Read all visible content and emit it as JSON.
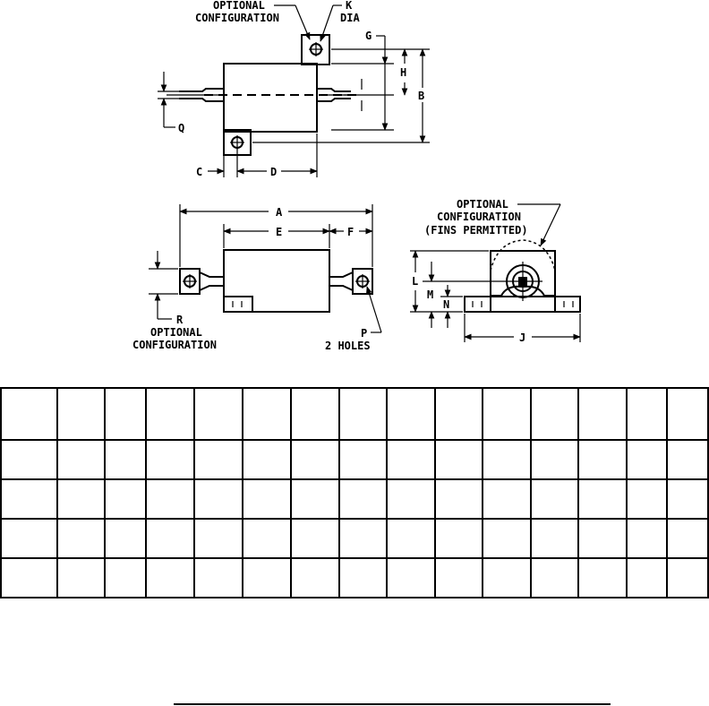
{
  "top_view": {
    "optional_label": [
      "OPTIONAL",
      "CONFIGURATION"
    ],
    "k_label": [
      "K",
      "DIA"
    ],
    "g": "G",
    "h": "H",
    "b": "B",
    "q": "Q",
    "c": "C",
    "d": "D"
  },
  "side_view": {
    "a": "A",
    "e": "E",
    "f": "F",
    "r_label": [
      "R",
      "OPTIONAL",
      "CONFIGURATION"
    ],
    "p_label": [
      "P",
      "2 HOLES"
    ]
  },
  "end_view": {
    "optional_label": [
      "OPTIONAL",
      "CONFIGURATION",
      "(FINS PERMITTED)"
    ],
    "l": "L",
    "m": "M",
    "n": "N",
    "j": "J"
  },
  "table": {
    "column_widths": [
      55,
      47,
      40,
      48,
      47,
      48,
      47,
      47,
      47,
      47,
      47,
      47,
      47,
      40,
      40
    ],
    "row_count": 5
  }
}
